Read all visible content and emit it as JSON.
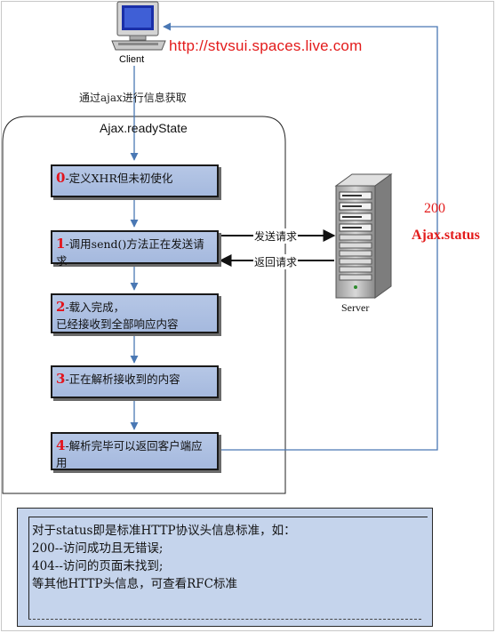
{
  "client": {
    "label": "Client"
  },
  "url": "http://stvsui.spaces.live.com",
  "fetch_note": "通过ajax进行信息获取",
  "ready_state": {
    "title": "Ajax.readyState",
    "steps": [
      {
        "num": "0",
        "text": "-定义XHR但未初使化"
      },
      {
        "num": "1",
        "text": "-调用send()方法正在发送请求"
      },
      {
        "num": "2",
        "text": "-载入完成，",
        "text2": "已经接收到全部响应内容"
      },
      {
        "num": "3",
        "text": "-正在解析接收到的内容"
      },
      {
        "num": "4",
        "text": "-解析完毕可以返回客户端应",
        "text2": "用"
      }
    ]
  },
  "server": {
    "label": "Server"
  },
  "edges": {
    "send": "发送请求",
    "return": "返回请求"
  },
  "status": {
    "code": "200",
    "label": "Ajax.status"
  },
  "notes": {
    "lines": [
      "对于status即是标准HTTP协议头信息标准，如：",
      "200--访问成功且无错误;",
      "404--访问的页面未找到;",
      "等其他HTTP头信息，可查看RFC标准"
    ]
  },
  "colors": {
    "accent": "#e31b1b",
    "connector": "#4a78b4",
    "step_fill": "#aebfe3",
    "note_fill": "#c5d4ec"
  }
}
